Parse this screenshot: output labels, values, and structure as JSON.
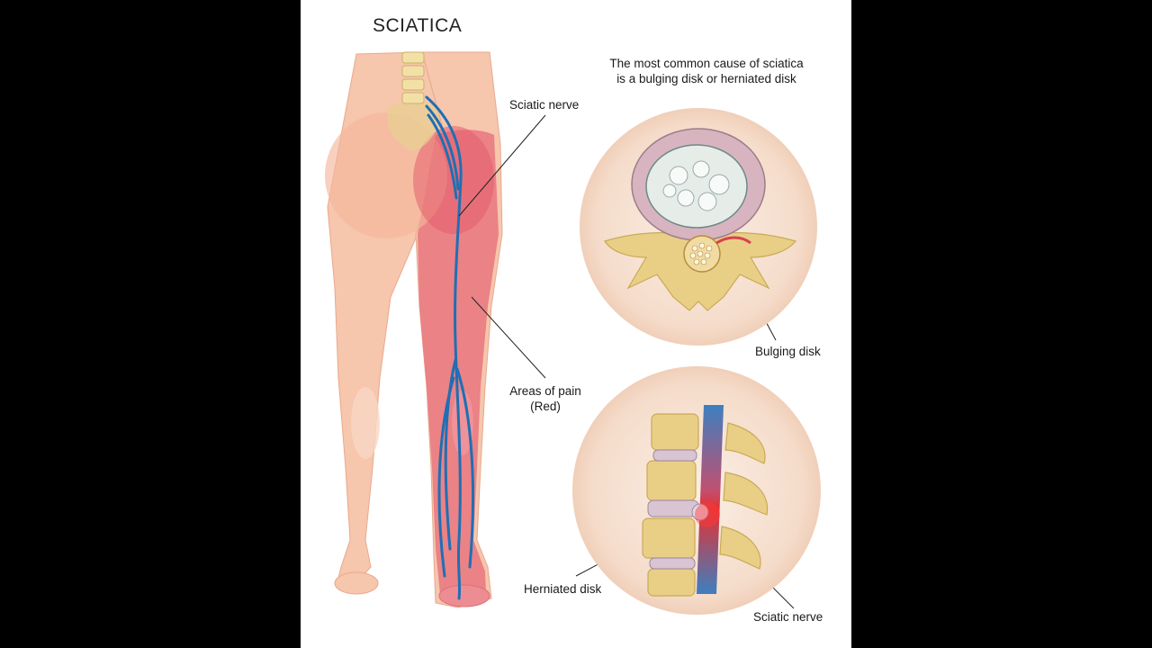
{
  "title": "SCIATICA",
  "caption_lines": [
    "The most common cause of sciatica",
    "is a bulging disk or herniated disk"
  ],
  "labels": {
    "sciatic_nerve_top": "Sciatic nerve",
    "areas_of_pain": "Areas of pain",
    "areas_of_pain_note": "(Red)",
    "bulging_disk": "Bulging disk",
    "herniated_disk": "Herniated disk",
    "sciatic_nerve_bottom": "Sciatic nerve"
  },
  "colors": {
    "skin": "#f6c6ad",
    "pain": "#e8757f",
    "nerve": "#1f6fb4",
    "bone": "#e9cf86",
    "disk_outer": "#d8b4c0",
    "circle_bg": "#f7e2d3"
  }
}
